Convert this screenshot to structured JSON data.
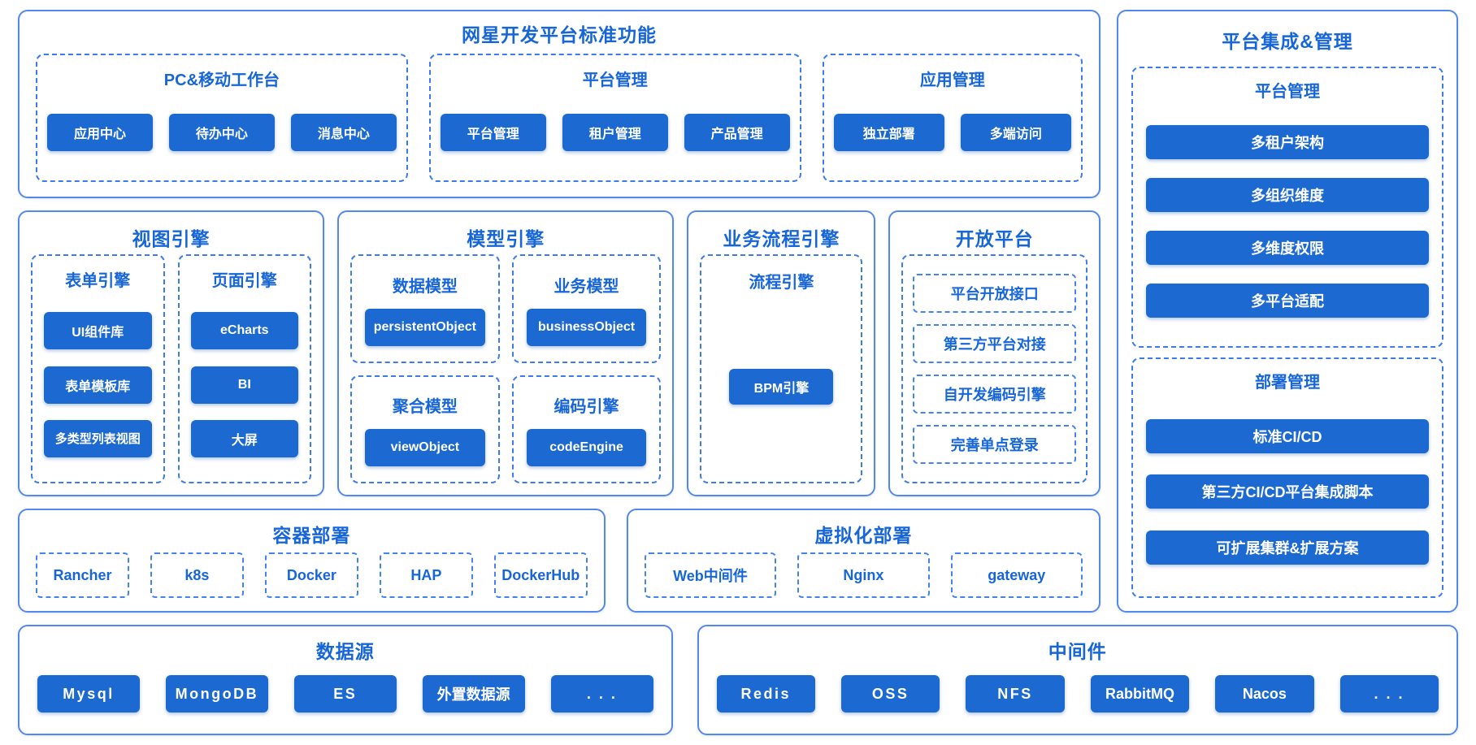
{
  "colors": {
    "title_blue": "#1766D9",
    "button_blue": "#1C69D1",
    "panel_border": "#5588EC",
    "dashed_border": "#3E7BEA",
    "button_text": "#FFFFFF",
    "background": "#FFFFFF"
  },
  "standard_functions": {
    "title": "网星开发平台标准功能",
    "groups": [
      {
        "title": "PC&移动工作台",
        "items": [
          "应用中心",
          "待办中心",
          "消息中心"
        ]
      },
      {
        "title": "平台管理",
        "items": [
          "平台管理",
          "租户管理",
          "产品管理"
        ]
      },
      {
        "title": "应用管理",
        "items": [
          "独立部署",
          "多端访问"
        ]
      }
    ]
  },
  "view_engine": {
    "title": "视图引擎",
    "groups": [
      {
        "title": "表单引擎",
        "items": [
          "UI组件库",
          "表单模板库",
          "多类型列表视图"
        ]
      },
      {
        "title": "页面引擎",
        "items": [
          "eCharts",
          "BI",
          "大屏"
        ]
      }
    ]
  },
  "model_engine": {
    "title": "模型引擎",
    "groups": [
      {
        "title": "数据模型",
        "item": "persistentObject"
      },
      {
        "title": "业务模型",
        "item": "businessObject"
      },
      {
        "title": "聚合模型",
        "item": "viewObject"
      },
      {
        "title": "编码引擎",
        "item": "codeEngine"
      }
    ]
  },
  "bpm_engine": {
    "title": "业务流程引擎",
    "group_title": "流程引擎",
    "item": "BPM引擎"
  },
  "open_platform": {
    "title": "开放平台",
    "items": [
      "平台开放接口",
      "第三方平台对接",
      "自开发编码引擎",
      "完善单点登录"
    ]
  },
  "integration": {
    "title": "平台集成&管理",
    "groups": [
      {
        "title": "平台管理",
        "items": [
          "多租户架构",
          "多组织维度",
          "多维度权限",
          "多平台适配"
        ]
      },
      {
        "title": "部署管理",
        "items": [
          "标准CI/CD",
          "第三方CI/CD平台集成脚本",
          "可扩展集群&扩展方案"
        ]
      }
    ]
  },
  "container_deploy": {
    "title": "容器部署",
    "items": [
      "Rancher",
      "k8s",
      "Docker",
      "HAP",
      "DockerHub"
    ]
  },
  "virtual_deploy": {
    "title": "虚拟化部署",
    "items": [
      "Web中间件",
      "Nginx",
      "gateway"
    ]
  },
  "data_source": {
    "title": "数据源",
    "items": [
      "Mysql",
      "MongoDB",
      "ES",
      "外置数据源",
      ". . ."
    ]
  },
  "middleware": {
    "title": "中间件",
    "items": [
      "Redis",
      "OSS",
      "NFS",
      "RabbitMQ",
      "Nacos",
      ". . ."
    ]
  }
}
